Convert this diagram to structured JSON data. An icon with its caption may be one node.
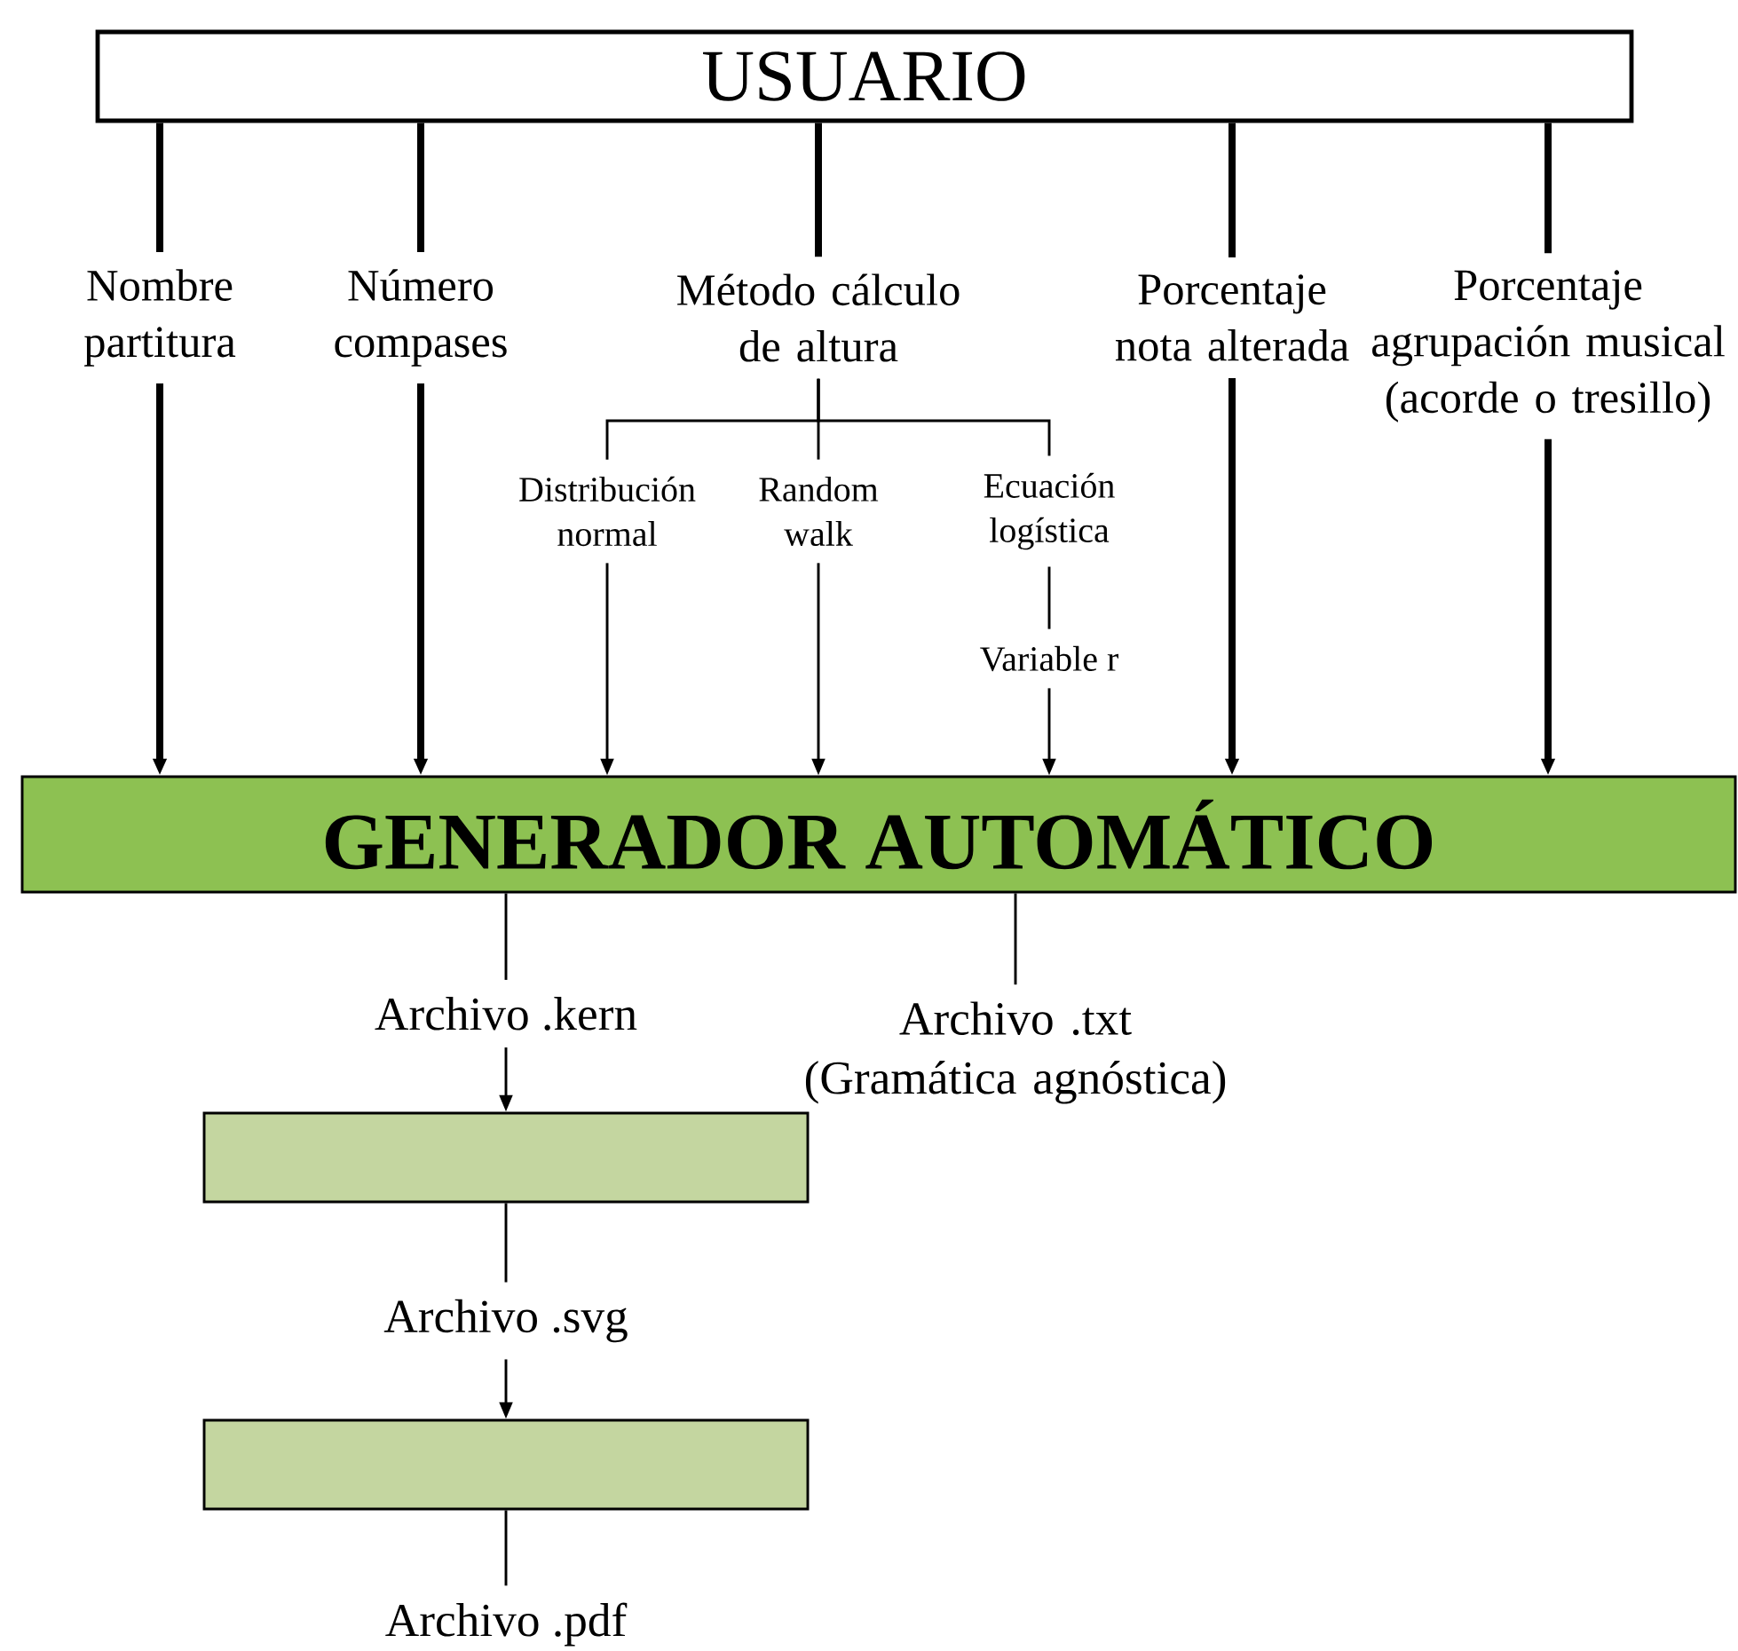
{
  "diagram": {
    "nodes": [
      {
        "text": [
          "USUARIO"
        ]
      },
      {
        "text": [
          "Nombre partitura"
        ]
      },
      {
        "text": [
          "Número compases"
        ]
      },
      {
        "text": [
          "Método cálculo de altura"
        ]
      },
      {
        "text": [
          "Porcentaje nota alterada"
        ]
      },
      {
        "text": [
          "Porcentaje agrupación musical (acorde o tresillo)"
        ]
      },
      {
        "text": [
          "Distribución normal"
        ]
      },
      {
        "text": [
          "Random walk"
        ]
      },
      {
        "text": [
          "Ecuación logística"
        ]
      },
      {
        "text": [
          "Variable r"
        ]
      },
      {
        "text": [
          "GENERADOR AUTOMÁTICO"
        ]
      },
      {
        "text": [
          "Archivo .kern"
        ]
      },
      {
        "text": [
          "Archivo .txt (Gramática agnóstica)"
        ]
      },
      {
        "text": [],
        "shape": "box"
      },
      {
        "text": [
          "Archivo .svg"
        ]
      },
      {
        "text": [],
        "shape": "box"
      },
      {
        "text": [
          "Archivo .pdf"
        ]
      }
    ],
    "edges": [
      {
        "from": 0,
        "to": 1,
        "arrow": "none",
        "style": "thick"
      },
      {
        "from": 0,
        "to": 2,
        "arrow": "none",
        "style": "thick"
      },
      {
        "from": 0,
        "to": 3,
        "arrow": "none",
        "style": "thick"
      },
      {
        "from": 0,
        "to": 4,
        "arrow": "none",
        "style": "thick"
      },
      {
        "from": 0,
        "to": 5,
        "arrow": "none",
        "style": "thick"
      },
      {
        "from": 1,
        "to": 10,
        "arrow": "to",
        "style": "thick"
      },
      {
        "from": 2,
        "to": 10,
        "arrow": "to",
        "style": "thick"
      },
      {
        "from": 4,
        "to": 10,
        "arrow": "to",
        "style": "thick"
      },
      {
        "from": 5,
        "to": 10,
        "arrow": "to",
        "style": "thick"
      },
      {
        "from": 3,
        "to": 6,
        "arrow": "none"
      },
      {
        "from": 3,
        "to": 7,
        "arrow": "none"
      },
      {
        "from": 3,
        "to": 8,
        "arrow": "none"
      },
      {
        "from": 6,
        "to": 10,
        "arrow": "to"
      },
      {
        "from": 7,
        "to": 10,
        "arrow": "to"
      },
      {
        "from": 8,
        "to": 9,
        "arrow": "none"
      },
      {
        "from": 9,
        "to": 10,
        "arrow": "to"
      },
      {
        "from": 10,
        "to": 11,
        "arrow": "none"
      },
      {
        "from": 10,
        "to": 12,
        "arrow": "none"
      },
      {
        "from": 11,
        "to": 13,
        "arrow": "to"
      },
      {
        "from": 13,
        "to": 14,
        "arrow": "none"
      },
      {
        "from": 14,
        "to": 15,
        "arrow": "to"
      },
      {
        "from": 15,
        "to": 16,
        "arrow": "none"
      }
    ]
  }
}
